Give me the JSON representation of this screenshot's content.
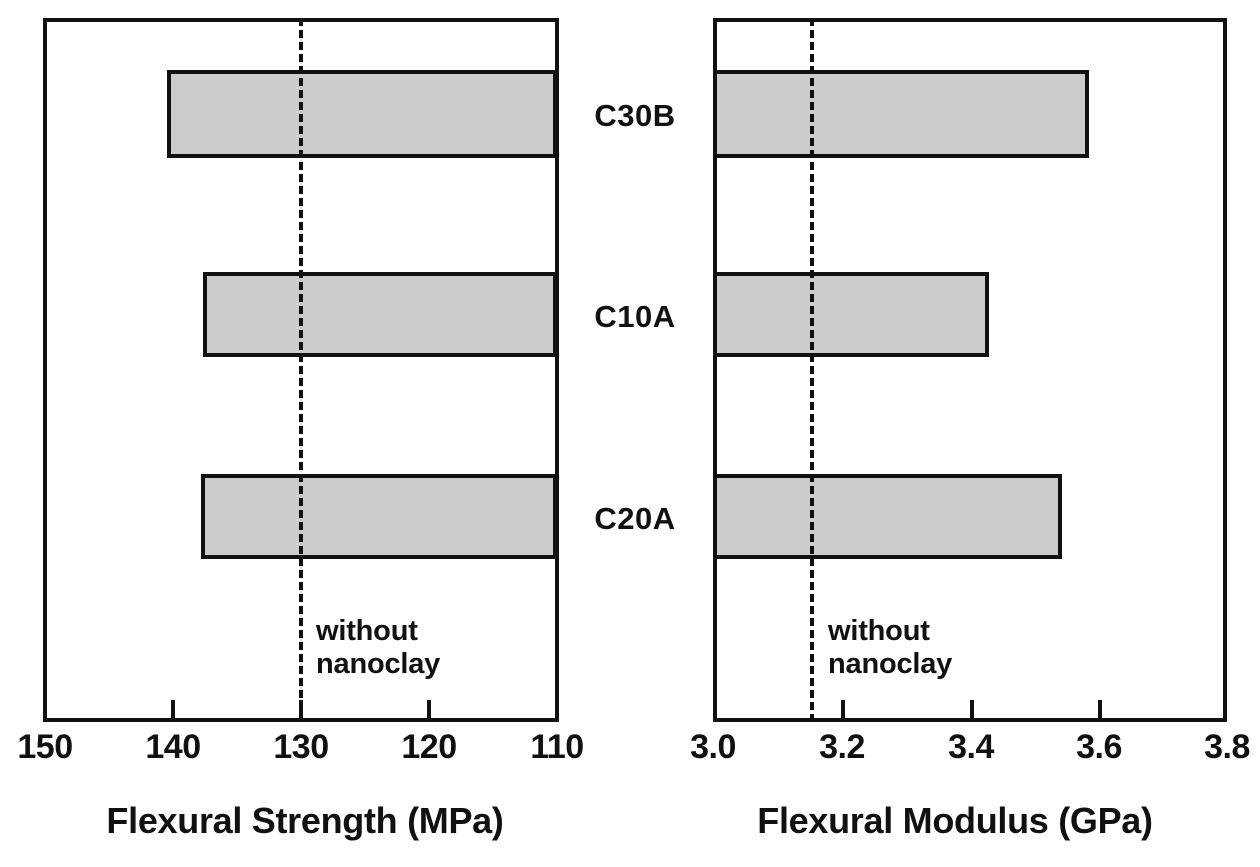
{
  "chart_data": [
    {
      "type": "bar",
      "orientation": "horizontal",
      "panel": "left",
      "title": "",
      "xlabel": "Flexural Strength (MPa)",
      "ylabel": "",
      "categories": [
        "C30B",
        "C10A",
        "C20A"
      ],
      "values": [
        140.5,
        137.7,
        137.9
      ],
      "xlim": [
        150,
        110
      ],
      "xticks": [
        150,
        140,
        130,
        120,
        110
      ],
      "xtick_labels": [
        "150",
        "140",
        "130",
        "120",
        "110"
      ],
      "axis_reversed": true,
      "grid": false,
      "legend": "none",
      "bar_fill_color": "#cbcbcb",
      "bar_edge_color": "#111111",
      "reference_line": {
        "value": 130,
        "style": "dashed",
        "color": "#111111",
        "annotation": "without\nnanoclay"
      }
    },
    {
      "type": "bar",
      "orientation": "horizontal",
      "panel": "right",
      "title": "",
      "xlabel": "Flexural Modulus (GPa)",
      "ylabel": "",
      "categories": [
        "C30B",
        "C10A",
        "C20A"
      ],
      "values": [
        3.59,
        3.43,
        3.54
      ],
      "xlim": [
        3.0,
        3.8
      ],
      "xticks": [
        3.0,
        3.2,
        3.4,
        3.6,
        3.8
      ],
      "xtick_labels": [
        "3.0",
        "3.2",
        "3.4",
        "3.6",
        "3.8"
      ],
      "axis_reversed": false,
      "grid": false,
      "legend": "none",
      "bar_fill_color": "#cbcbcb",
      "bar_edge_color": "#111111",
      "reference_line": {
        "value": 3.15,
        "style": "dashed",
        "color": "#111111",
        "annotation": "without\nnanoclay"
      }
    }
  ],
  "left_panel": {
    "axis_title": "Flexural Strength (MPa)",
    "tick_labels": [
      "150",
      "140",
      "130",
      "120",
      "110"
    ],
    "annotation": "without\nnanoclay"
  },
  "right_panel": {
    "axis_title": "Flexural Modulus (GPa)",
    "tick_labels": [
      "3.0",
      "3.2",
      "3.4",
      "3.6",
      "3.8"
    ],
    "annotation": "without\nnanoclay"
  },
  "category_labels": [
    "C30B",
    "C10A",
    "C20A"
  ],
  "colors": {
    "bar_fill": "#cbcbcb",
    "line": "#111111",
    "background": "#ffffff"
  }
}
